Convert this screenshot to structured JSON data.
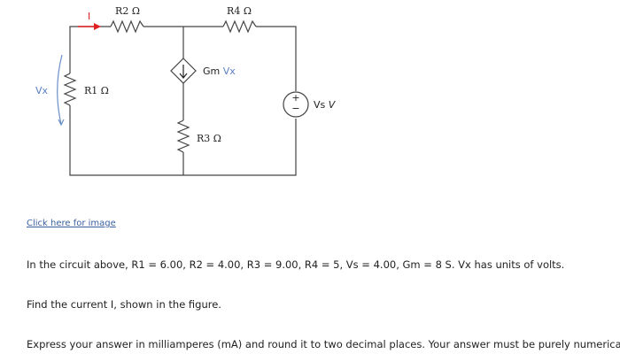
{
  "circuit": {
    "labels": {
      "r1": "R1 Ω",
      "r2": "R2 Ω",
      "r3": "R3 Ω",
      "r4": "R4 Ω",
      "vx": "Vx",
      "current": "I",
      "gm_prefix": "Gm",
      "gm_var": "Vx",
      "vs_prefix": "Vs",
      "vs_unit": "V",
      "plus": "+",
      "minus": "−"
    },
    "colors": {
      "wire": "#444444",
      "current_arrow": "#e02020",
      "vx_arrow": "#6a8fc8",
      "var_text": "#5b7fc7"
    }
  },
  "link": {
    "text": "Click here for image"
  },
  "problem": {
    "statement": "In the circuit above, R1 = 6.00, R2 = 4.00, R3 = 9.00, R4 = 5, Vs = 4.00, Gm = 8 S. Vx has units of volts.",
    "question": "Find the current I, shown in the figure.",
    "instructions": "Express your answer in milliamperes (mA) and round it to two decimal places. Your answer must be purely numerical!"
  }
}
